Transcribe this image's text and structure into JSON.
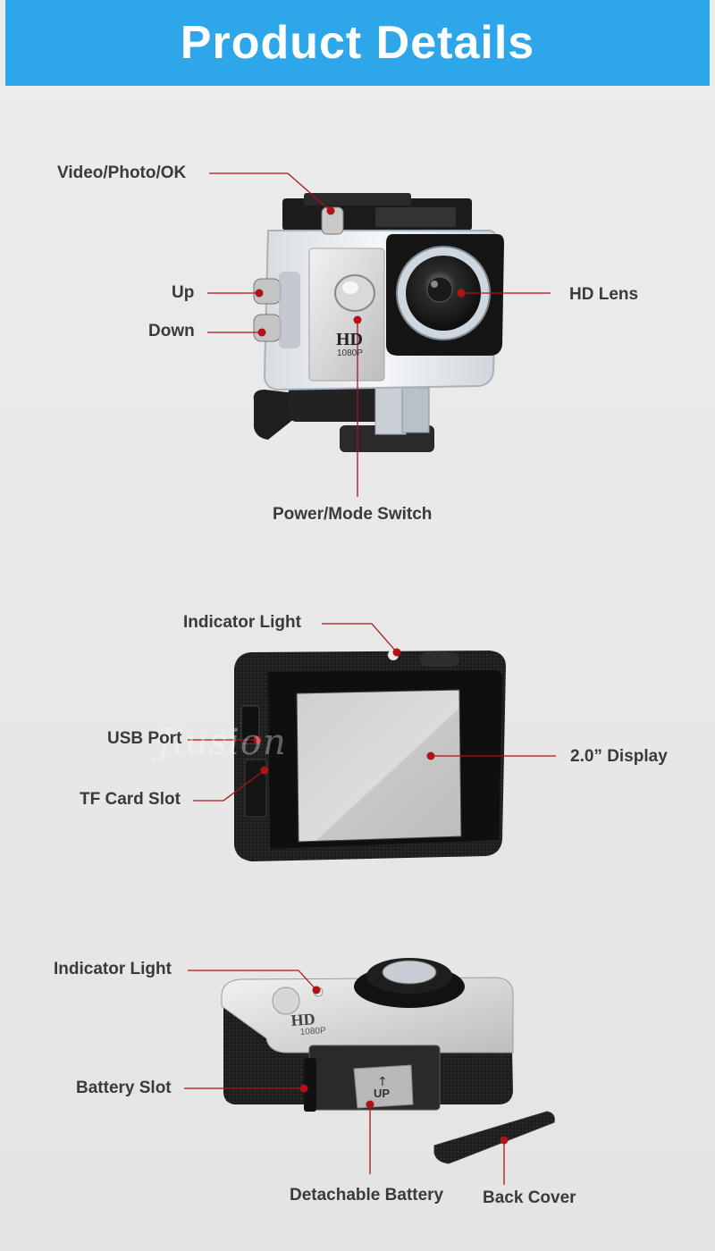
{
  "banner": {
    "title": "Product Details"
  },
  "view1": {
    "labels": {
      "video_photo_ok": "Video/Photo/OK",
      "up": "Up",
      "down": "Down",
      "hd_lens": "HD Lens",
      "power_mode_switch": "Power/Mode Switch"
    },
    "camera_text": {
      "hd": "HD",
      "resolution": "1080P"
    }
  },
  "view2": {
    "labels": {
      "indicator_light": "Indicator Light",
      "usb_port": "USB Port",
      "tf_card_slot": "TF Card Slot",
      "display": "2.0” Display"
    },
    "watermark": "Jiusion"
  },
  "view3": {
    "labels": {
      "indicator_light": "Indicator Light",
      "battery_slot": "Battery Slot",
      "detachable_battery": "Detachable Battery",
      "back_cover": "Back Cover"
    },
    "camera_text": {
      "hd": "HD",
      "resolution": "1080P",
      "battery_label": "UP"
    }
  },
  "colors": {
    "banner": "#2ea6ea",
    "callout_dot": "#b01217",
    "label_text": "#3a3a3a"
  }
}
